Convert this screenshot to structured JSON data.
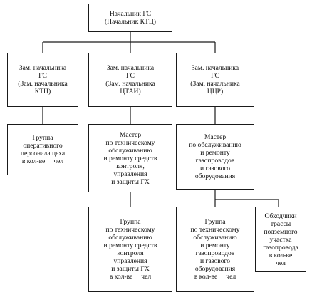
{
  "nodes": {
    "head": {
      "lines": [
        "Начальник ГС",
        "(Начальник КТЦ)"
      ]
    },
    "deputy_ktc": {
      "lines": [
        "Зам. начальника",
        "ГС",
        "(Зам. начальника",
        "КТЦ)"
      ]
    },
    "deputy_tai": {
      "lines": [
        "Зам. начальника",
        "ГС",
        "(Зам. начальника",
        "ЦТАИ)"
      ]
    },
    "deputy_ccr": {
      "lines": [
        "Зам. начальника",
        "ГС",
        "(Зам. начальника",
        "ЦЦР)"
      ]
    },
    "group_operative": {
      "lines": [
        "Группа",
        "оперативного",
        "персонала цеха",
        "в кол-ве     чел"
      ]
    },
    "master_tai": {
      "lines": [
        "Мастер",
        "по техническому",
        "обслуживанию",
        "и ремонту средств",
        "контроля,",
        "управления",
        "и защиты ГХ"
      ]
    },
    "master_ccr": {
      "lines": [
        "Мастер",
        "по обслуживанию",
        "и ремонту",
        "газопроводов",
        "и газового",
        "оборудования"
      ]
    },
    "group_tai": {
      "lines": [
        "Группа",
        "по техническому",
        "обслуживанию",
        "и ремонту средств",
        "контроля",
        "управления",
        "и защиты ГХ",
        "в кол-ве     чел"
      ]
    },
    "group_ccr": {
      "lines": [
        "Группа",
        "по техническому",
        "обслуживанию",
        "и ремонту",
        "газопроводов",
        "и газового",
        "оборудования",
        "в кол-ве     чел"
      ]
    },
    "patrol": {
      "lines": [
        "Обходчики",
        "трассы",
        "подземного",
        "участка",
        "газопровода",
        "в кол-ве",
        "чел"
      ]
    }
  }
}
